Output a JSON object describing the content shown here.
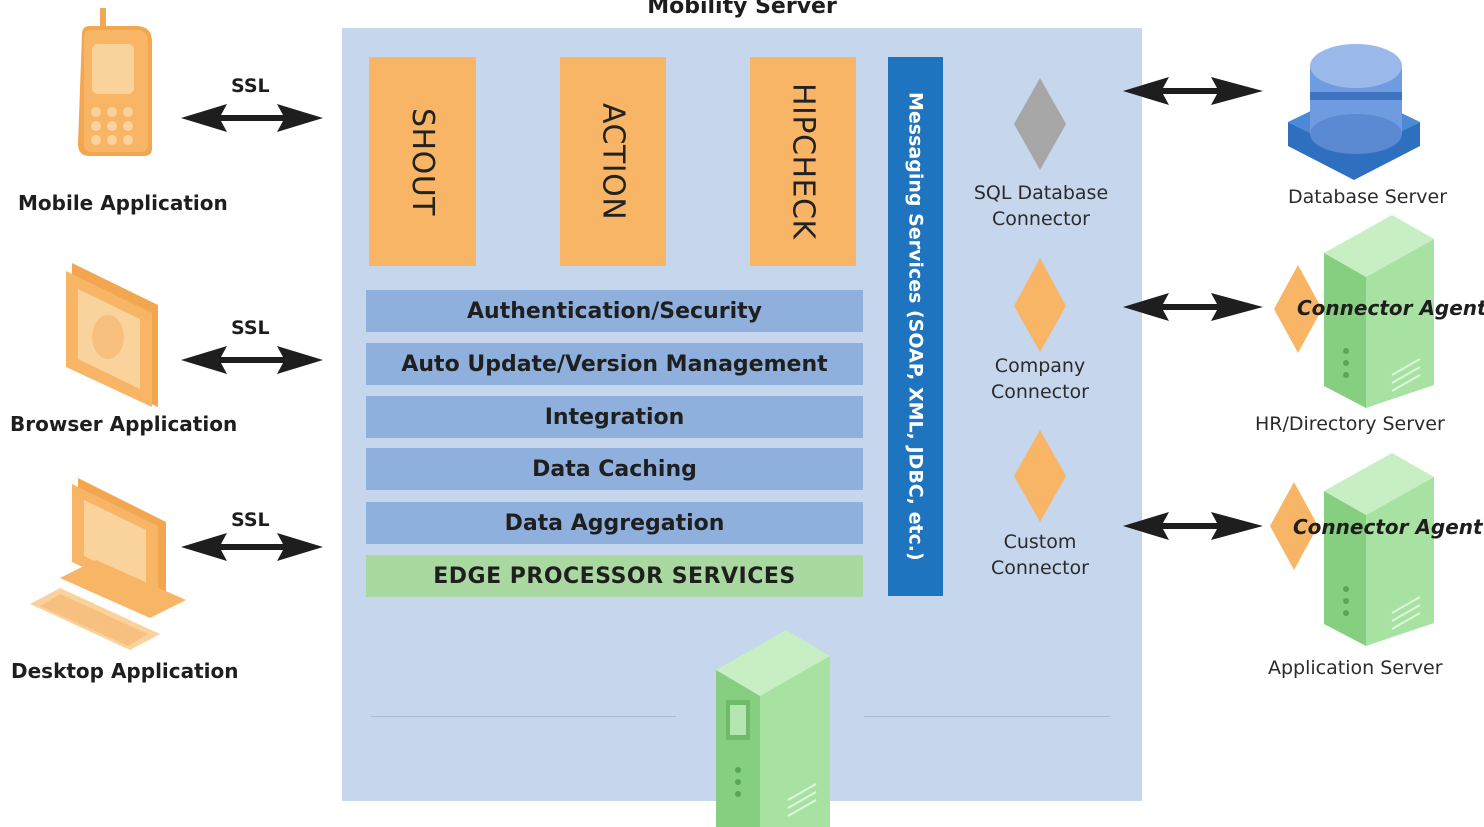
{
  "title": "Mobility Server",
  "modules": [
    "SHOUT",
    "ACTION",
    "HIPCHECK"
  ],
  "layers": [
    "Authentication/Security",
    "Auto Update/Version Management",
    "Integration",
    "Data Caching",
    "Data Aggregation",
    "EDGE PROCESSOR SERVICES"
  ],
  "messaging_services": "Messaging Services (SOAP, XML, JDBC, etc.)",
  "connectors": [
    {
      "line1": "SQL Database",
      "line2": "Connector",
      "color": "#a6a6a6"
    },
    {
      "line1": "Company",
      "line2": "Connector",
      "color": "#f8b565"
    },
    {
      "line1": "Custom",
      "line2": "Connector",
      "color": "#f8b565"
    }
  ],
  "clients": [
    {
      "label": "Mobile Application",
      "icon": "mobile-phone-icon",
      "protocol": "SSL"
    },
    {
      "label": "Browser Application",
      "icon": "browser-window-icon",
      "protocol": "SSL"
    },
    {
      "label": "Desktop Application",
      "icon": "desktop-computer-icon",
      "protocol": "SSL"
    }
  ],
  "servers": [
    {
      "label": "Database Server",
      "icon": "database-icon"
    },
    {
      "label": "HR/Directory Server",
      "icon": "server-tower-icon",
      "agent": "Connector Agent"
    },
    {
      "label": "Application Server",
      "icon": "server-tower-icon",
      "agent": "Connector Agent"
    }
  ],
  "colors": {
    "panel": "#c6d6ec",
    "module": "#f8b565",
    "layer": "#8fb0dc",
    "edge_layer": "#a9d8a0",
    "messaging": "#1f74c0",
    "server_green": "#9fdc98"
  }
}
